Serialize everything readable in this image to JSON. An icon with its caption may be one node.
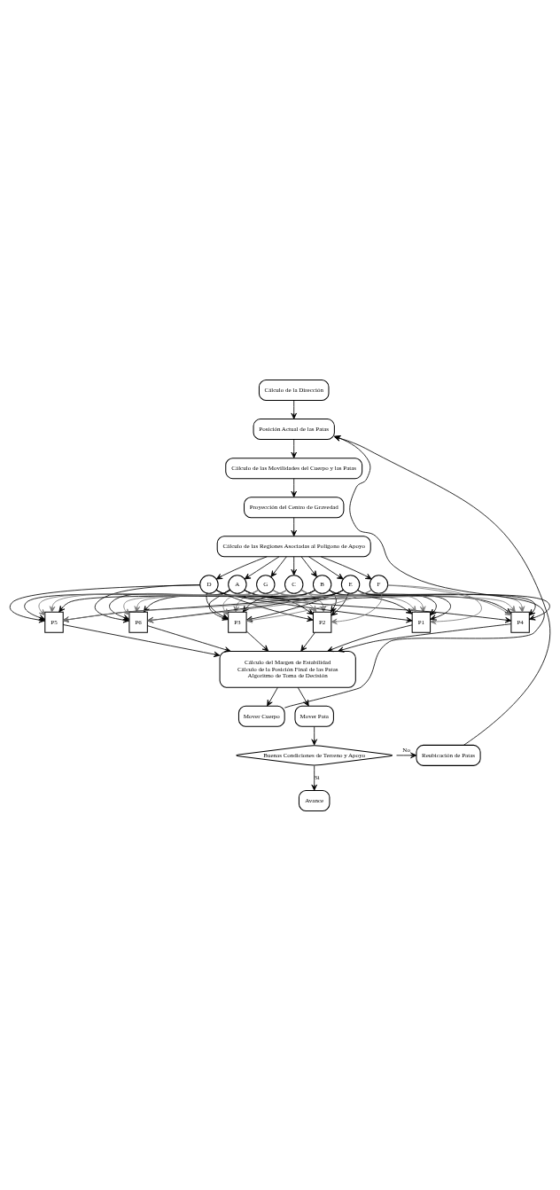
{
  "diagram": {
    "nodes": [
      {
        "text": [
          "Cálculo de la Dirección"
        ]
      },
      {
        "text": [
          "Posición Actual de las Patas"
        ]
      },
      {
        "text": [
          "Cálculo de las Movilidades del Cuerpo y las Patas"
        ]
      },
      {
        "text": [
          "Proyección del Centro de Gravedad"
        ]
      },
      {
        "text": [
          "Cálculo de las Regiones Asociadas al Polígono de Apoyo"
        ]
      },
      {
        "text": [
          "A"
        ]
      },
      {
        "text": [
          "B"
        ]
      },
      {
        "text": [
          "C"
        ]
      },
      {
        "text": [
          "D"
        ]
      },
      {
        "text": [
          "E"
        ]
      },
      {
        "text": [
          "F"
        ]
      },
      {
        "text": [
          "G"
        ]
      },
      {
        "text": [
          "P1"
        ]
      },
      {
        "text": [
          "P2"
        ]
      },
      {
        "text": [
          "P3"
        ]
      },
      {
        "text": [
          "P4"
        ]
      },
      {
        "text": [
          "P5"
        ]
      },
      {
        "text": [
          "P6"
        ]
      },
      {
        "text": [
          "Cálculo del Margen de Estabilidad",
          "Cálculo de la Posición Final de las Patas",
          "Algoritmo de Toma de Decisión"
        ]
      },
      {
        "text": [
          "Mover Cuerpo"
        ]
      },
      {
        "text": [
          "Mover Pata"
        ]
      },
      {
        "text": [
          "Buenas Condiciones de Terreno y Apoyo"
        ]
      },
      {
        "text": [
          "Reubicación de Patas"
        ]
      },
      {
        "text": [
          "Avance"
        ]
      }
    ],
    "edges": [
      {
        "from": 0,
        "to": 1,
        "arrow": "to"
      },
      {
        "from": 1,
        "to": 2,
        "arrow": "to"
      },
      {
        "from": 2,
        "to": 3,
        "arrow": "to"
      },
      {
        "from": 3,
        "to": 4,
        "arrow": "to"
      },
      {
        "from": 4,
        "to": 5,
        "arrow": "to"
      },
      {
        "from": 4,
        "to": 6,
        "arrow": "to"
      },
      {
        "from": 4,
        "to": 7,
        "arrow": "to"
      },
      {
        "from": 4,
        "to": 8,
        "arrow": "to"
      },
      {
        "from": 4,
        "to": 9,
        "arrow": "to"
      },
      {
        "from": 4,
        "to": 10,
        "arrow": "to"
      },
      {
        "from": 4,
        "to": 11,
        "arrow": "to"
      },
      {
        "from": 5,
        "to": 12,
        "arrow": "to"
      },
      {
        "from": 5,
        "to": 13,
        "arrow": "to"
      },
      {
        "from": 5,
        "to": 14,
        "arrow": "to"
      },
      {
        "from": 5,
        "to": 15,
        "arrow": "to"
      },
      {
        "from": 5,
        "to": 16,
        "arrow": "to"
      },
      {
        "from": 5,
        "to": 17,
        "arrow": "to"
      },
      {
        "from": 6,
        "to": 12,
        "arrow": "to"
      },
      {
        "from": 6,
        "to": 13,
        "arrow": "to"
      },
      {
        "from": 6,
        "to": 14,
        "arrow": "to"
      },
      {
        "from": 6,
        "to": 15,
        "arrow": "to"
      },
      {
        "from": 6,
        "to": 16,
        "arrow": "to"
      },
      {
        "from": 6,
        "to": 17,
        "arrow": "to"
      },
      {
        "from": 7,
        "to": 12,
        "arrow": "to",
        "color": "#777777"
      },
      {
        "from": 7,
        "to": 13,
        "arrow": "to",
        "color": "#777777"
      },
      {
        "from": 7,
        "to": 14,
        "arrow": "to",
        "color": "#777777"
      },
      {
        "from": 7,
        "to": 15,
        "arrow": "to",
        "color": "#777777"
      },
      {
        "from": 7,
        "to": 16,
        "arrow": "to",
        "color": "#777777"
      },
      {
        "from": 7,
        "to": 17,
        "arrow": "to",
        "color": "#777777"
      },
      {
        "from": 8,
        "to": 12,
        "arrow": "to"
      },
      {
        "from": 8,
        "to": 13,
        "arrow": "to"
      },
      {
        "from": 8,
        "to": 14,
        "arrow": "to"
      },
      {
        "from": 8,
        "to": 15,
        "arrow": "to"
      },
      {
        "from": 8,
        "to": 16,
        "arrow": "to"
      },
      {
        "from": 8,
        "to": 17,
        "arrow": "to"
      },
      {
        "from": 9,
        "to": 12,
        "arrow": "to"
      },
      {
        "from": 9,
        "to": 13,
        "arrow": "to"
      },
      {
        "from": 9,
        "to": 14,
        "arrow": "to"
      },
      {
        "from": 9,
        "to": 15,
        "arrow": "to"
      },
      {
        "from": 9,
        "to": 16,
        "arrow": "to"
      },
      {
        "from": 9,
        "to": 17,
        "arrow": "to"
      },
      {
        "from": 10,
        "to": 12,
        "arrow": "to",
        "color": "#777777"
      },
      {
        "from": 10,
        "to": 13,
        "arrow": "to",
        "color": "#777777"
      },
      {
        "from": 10,
        "to": 14,
        "arrow": "to",
        "color": "#777777"
      },
      {
        "from": 10,
        "to": 15,
        "arrow": "to",
        "color": "#777777"
      },
      {
        "from": 10,
        "to": 16,
        "arrow": "to",
        "color": "#777777"
      },
      {
        "from": 10,
        "to": 17,
        "arrow": "to",
        "color": "#777777"
      },
      {
        "from": 11,
        "to": 12,
        "arrow": "to",
        "color": "#777777"
      },
      {
        "from": 11,
        "to": 13,
        "arrow": "to",
        "color": "#777777"
      },
      {
        "from": 11,
        "to": 14,
        "arrow": "to",
        "color": "#777777"
      },
      {
        "from": 11,
        "to": 15,
        "arrow": "to",
        "color": "#777777"
      },
      {
        "from": 11,
        "to": 16,
        "arrow": "to",
        "color": "#777777"
      },
      {
        "from": 11,
        "to": 17,
        "arrow": "to",
        "color": "#777777"
      },
      {
        "from": 12,
        "to": 18,
        "arrow": "to"
      },
      {
        "from": 13,
        "to": 18,
        "arrow": "to"
      },
      {
        "from": 14,
        "to": 18,
        "arrow": "to"
      },
      {
        "from": 15,
        "to": 18,
        "arrow": "to"
      },
      {
        "from": 16,
        "to": 18,
        "arrow": "to"
      },
      {
        "from": 17,
        "to": 18,
        "arrow": "to"
      },
      {
        "from": 18,
        "to": 19,
        "arrow": "to"
      },
      {
        "from": 18,
        "to": 20,
        "arrow": "to"
      },
      {
        "from": 19,
        "to": 1,
        "arrow": "to"
      },
      {
        "from": 20,
        "to": 21,
        "arrow": "to"
      },
      {
        "from": 21,
        "to": 22,
        "label": "No",
        "arrow": "to"
      },
      {
        "from": 22,
        "to": 1,
        "arrow": "to"
      },
      {
        "from": 21,
        "to": 23,
        "label": "Si",
        "arrow": "to"
      }
    ]
  }
}
